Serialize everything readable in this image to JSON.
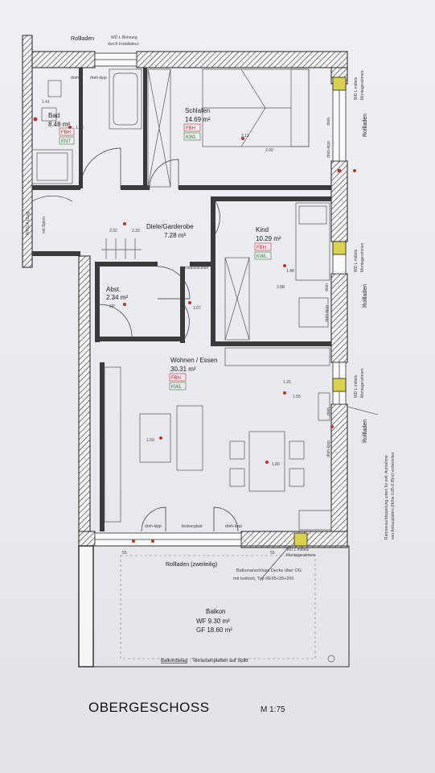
{
  "plan_title": "OBERGESCHOSS",
  "scale": "M 1:75",
  "rooms": [
    {
      "id": "bad",
      "name": "Bad",
      "area": "8.48 m²",
      "tags": [
        "FBH",
        "ENT"
      ]
    },
    {
      "id": "schlafen",
      "name": "Schlafen",
      "area": "14.69 m²",
      "tags": [
        "FBH",
        "KWL"
      ]
    },
    {
      "id": "diele",
      "name": "Diele/Garderobe",
      "area": "7.28 m²"
    },
    {
      "id": "kind",
      "name": "Kind",
      "area": "10.29 m²",
      "tags": [
        "FBH",
        "KWL"
      ]
    },
    {
      "id": "abst",
      "name": "Abst.",
      "area": "2.34 m²"
    },
    {
      "id": "wohnen",
      "name": "Wohnen / Essen",
      "area": "30.31 m²",
      "tags": [
        "FBH",
        "KWL"
      ]
    }
  ],
  "balkon": {
    "name": "Balkon",
    "wf": "WF 9.30 m²",
    "gf": "GF 18.60 m²"
  },
  "balkonbelag": {
    "label": "Balkonbelag",
    "text": ": Terrassenplatten auf Splitt"
  },
  "notes": {
    "rollladen_top": "Rollladen",
    "wd_top": "WD L Bohrung",
    "wd_top2": "durch Installateur",
    "rollladen_right1": "Rollladen",
    "rollladen_right2": "Rollladen",
    "rollladen_right3": "Rollladen",
    "rollladen_zweiteilig": "Rollladen (zweiteilig)",
    "balkonanschluss": "Balkonanschluss Decke über OG",
    "isokorb": "mit Isokorb, Typ KE65<35+200",
    "wd_mittels1": "WD L mittels",
    "montagerahmen1": "Montagerahmen",
    "wd_mittels2": "WD L mittels",
    "montagerahmen2": "Montagerahmen",
    "wd_mittels3": "WD L mittels",
    "montagerahmen3": "Montagerahmen",
    "wd_bottom1": "WD L mittels",
    "wd_bottom2": "Montagerahmen",
    "lichtausschnitt": "Lichtausschnitt",
    "mit_spion": "mit Spion",
    "whg": "WHG A (Zug)",
    "rahmen1": "Rahmenaufdoppelung unten für evtl. Aufnahme",
    "rahmen2": "von Anbauplatten (Höhe 0.85-0.95m) vorbereiten"
  },
  "windows": {
    "dreh": "dreh",
    "dreh_kipp": "dreh-kipp",
    "festverglast": "festverglast"
  },
  "dims": {
    "bad1": "1.38",
    "bad2": "1.41",
    "schlafen1": "2.13",
    "schlafen2": "2.00",
    "diele1": "2.32",
    "diele2": "2.32",
    "kind1": "1.48",
    "kind2": "2.08",
    "abst1": "69°",
    "abst2": "1.07",
    "wohnen1": "1.25",
    "wohnen2": "1.55",
    "wohnen3": "1.50",
    "wohnen4": "1.80",
    "balkon1": "55",
    "balkon2": "55"
  }
}
